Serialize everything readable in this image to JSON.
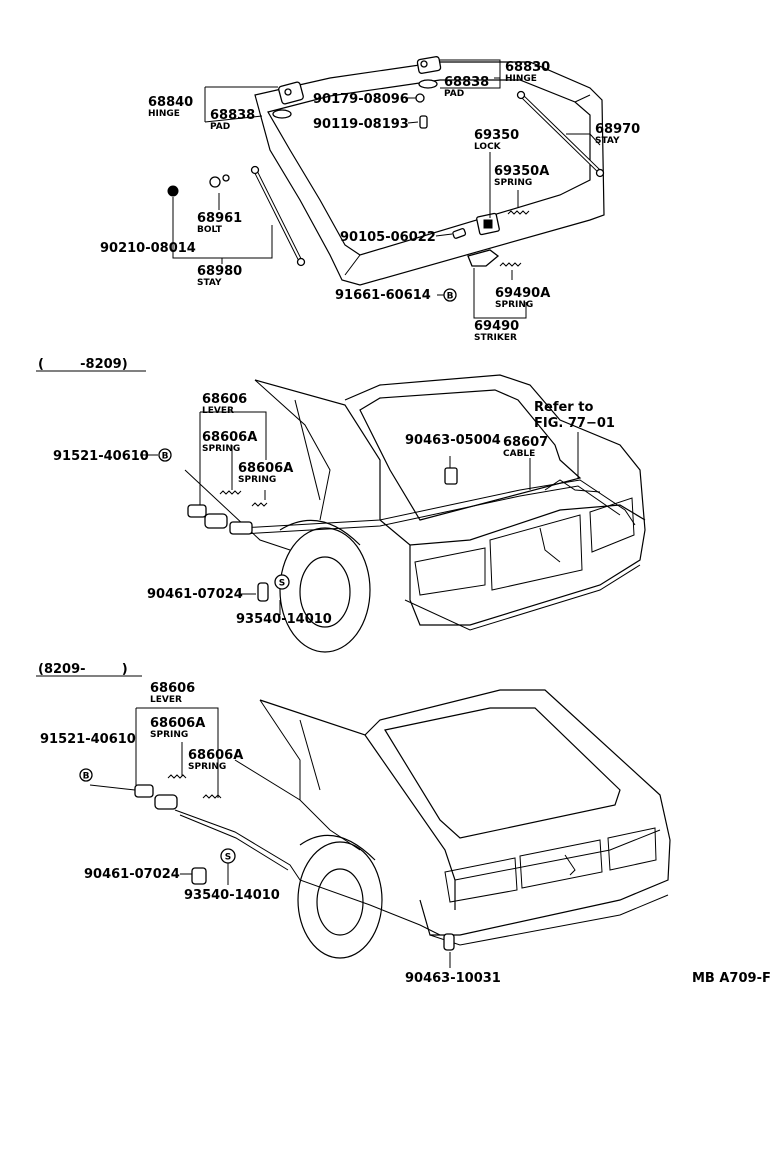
{
  "sections": {
    "early": "(        -8209)",
    "late": "(8209-        )"
  },
  "callouts": {
    "p68830": {
      "num": "68830",
      "name": "HINGE"
    },
    "p68838a": {
      "num": "68838",
      "name": "PAD"
    },
    "p68840": {
      "num": "68840",
      "name": "HINGE"
    },
    "p68838b": {
      "num": "68838",
      "name": "PAD"
    },
    "p90179": {
      "num": "90179-08096"
    },
    "p90119": {
      "num": "90119-08193"
    },
    "p68970": {
      "num": "68970",
      "name": "STAY"
    },
    "p69350": {
      "num": "69350",
      "name": "LOCK"
    },
    "p69350A": {
      "num": "69350A",
      "name": "SPRING"
    },
    "p68961": {
      "num": "68961",
      "name": "BOLT"
    },
    "p90210": {
      "num": "90210-08014"
    },
    "p90105": {
      "num": "90105-06022"
    },
    "p68980": {
      "num": "68980",
      "name": "STAY"
    },
    "p91661": {
      "num": "91661-60614"
    },
    "p69490A": {
      "num": "69490A",
      "name": "SPRING"
    },
    "p69490": {
      "num": "69490",
      "name": "STRIKER"
    },
    "e68606": {
      "num": "68606",
      "name": "LEVER"
    },
    "e68606A1": {
      "num": "68606A",
      "name": "SPRING"
    },
    "e68606A2": {
      "num": "68606A",
      "name": "SPRING"
    },
    "e91521": {
      "num": "91521-40610"
    },
    "e90461": {
      "num": "90461-07024"
    },
    "e93540": {
      "num": "93540-14010"
    },
    "eRefer": {
      "line1": "Refer to",
      "line2": "FIG. 77−01"
    },
    "e90463": {
      "num": "90463-05004"
    },
    "e68607": {
      "num": "68607",
      "name": "CABLE"
    },
    "l68606": {
      "num": "68606",
      "name": "LEVER"
    },
    "l68606A1": {
      "num": "68606A",
      "name": "SPRING"
    },
    "l68606A2": {
      "num": "68606A",
      "name": "SPRING"
    },
    "l91521": {
      "num": "91521-40610"
    },
    "l90461": {
      "num": "90461-07024"
    },
    "l93540": {
      "num": "93540-14010"
    },
    "l90463": {
      "num": "90463-10031"
    }
  },
  "symbols": {
    "B": "B",
    "S": "S"
  },
  "footer": {
    "code": "MB A709-F"
  }
}
